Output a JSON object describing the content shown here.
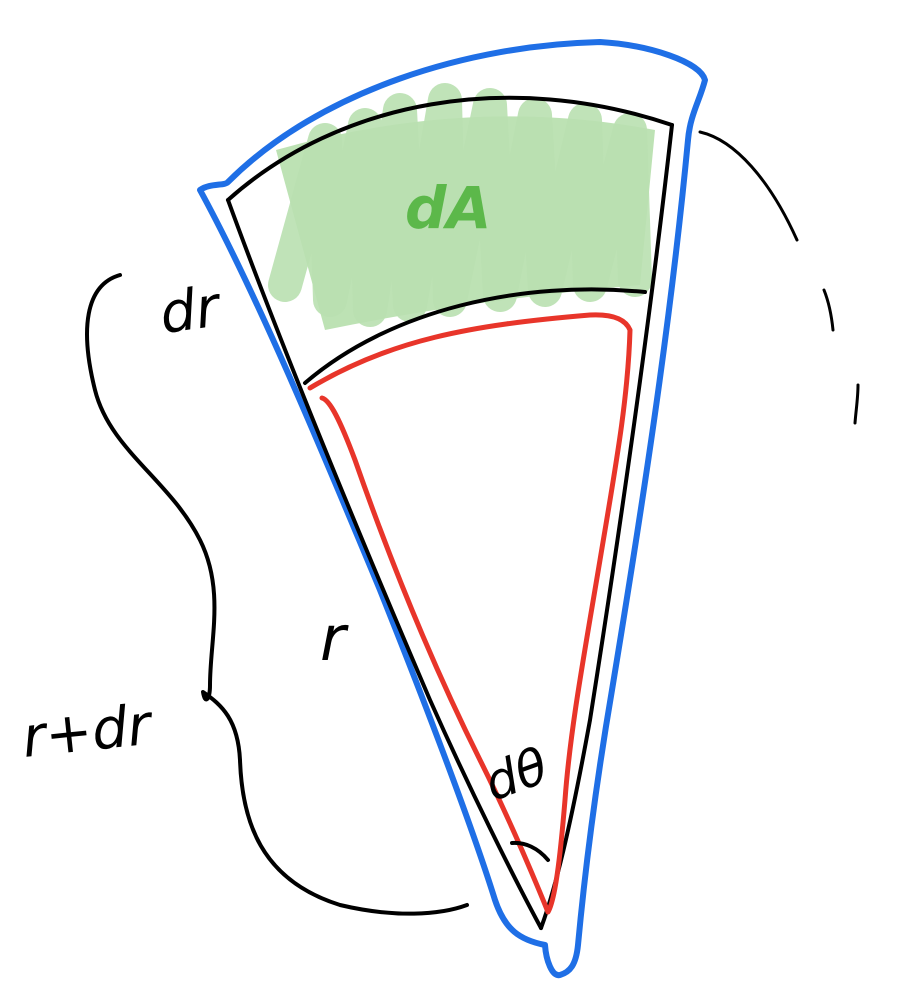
{
  "diagram": {
    "labels": {
      "area": "dA",
      "thickness": "dr",
      "radius": "r",
      "outer_radius": "r+dr",
      "angle": "dθ"
    },
    "colors": {
      "background": "#ffffff",
      "outline": "#000000",
      "outer_sector": "#1f6fe6",
      "inner_sector": "#e8352a",
      "area_fill": "#b9e0b0",
      "area_label": "#5cb84a"
    }
  }
}
